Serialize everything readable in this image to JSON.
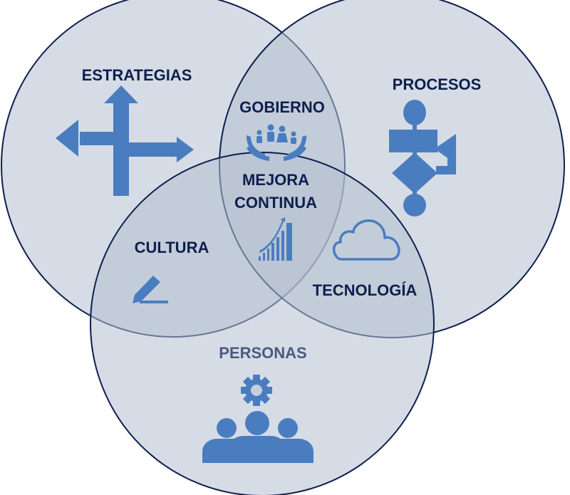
{
  "diagram": {
    "labels": {
      "estrategias": "ESTRATEGIAS",
      "procesos": "PROCESOS",
      "gobierno": "GOBIERNO",
      "mejora_line1": "MEJORA",
      "mejora_line2": "CONTINUA",
      "cultura": "CULTURA",
      "tecnologia": "TECNOLOGÍA",
      "personas": "PERSONAS"
    },
    "icons": {
      "estrategias": "signpost-arrows-icon",
      "procesos": "flowchart-icon",
      "gobierno": "hands-holding-family-icon",
      "mejora": "growth-bar-chart-icon",
      "cultura": "pencil-icon",
      "tecnologia": "cloud-icon",
      "personas": "team-gear-icon"
    },
    "colors": {
      "circle_fill": "#b4c0d0",
      "circle_stroke": "#0f1f4f",
      "label_dark": "#0d1f4e",
      "label_muted": "#4a5a82",
      "icon": "#4a7dc0"
    }
  }
}
